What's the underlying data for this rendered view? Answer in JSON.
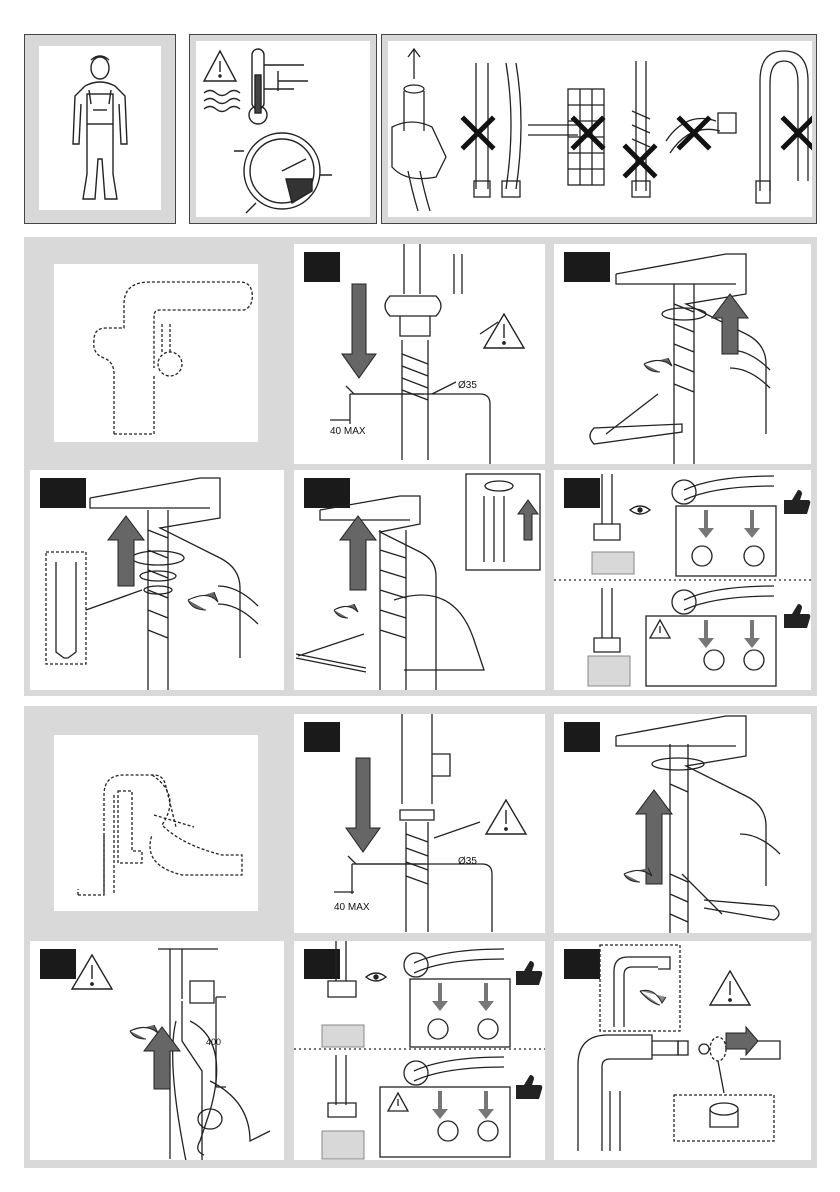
{
  "labels": {
    "height_max": "40 MAX",
    "diameter": "Ø35",
    "hose_length": "400"
  },
  "colors": {
    "band": "#d9d9d9",
    "badge": "#1a1a1a",
    "line": "#333333",
    "arrow_grey": "#777777"
  },
  "icons": {
    "warning": "warning-triangle-icon",
    "ok": "thumbs-up-icon",
    "eye": "eye-icon",
    "forbidden": "cross-icon"
  }
}
